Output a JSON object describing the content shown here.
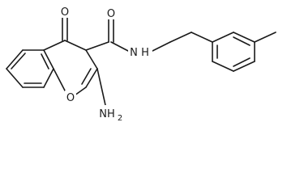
{
  "structure": {
    "atoms": {
      "carbonyl_oxygen": "O",
      "amide_oxygen": "O",
      "amide_nitrogen": "N",
      "amide_hydrogen": "H",
      "ring_oxygen": "O",
      "amino_group": "NH",
      "amino_subscript": "2"
    }
  }
}
